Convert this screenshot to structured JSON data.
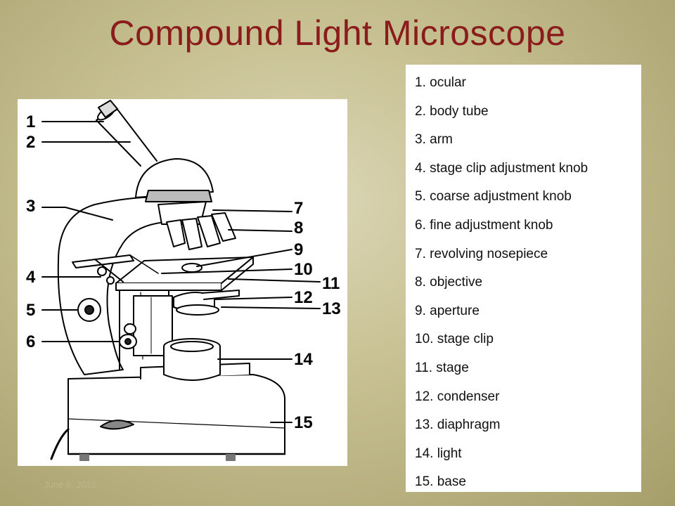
{
  "title": "Compound Light Microscope",
  "diagram": {
    "callouts": [
      "1",
      "2",
      "3",
      "4",
      "5",
      "6",
      "7",
      "8",
      "9",
      "10",
      "11",
      "12",
      "13",
      "14",
      "15"
    ]
  },
  "parts": [
    "1. ocular",
    "2. body tube",
    "3. arm",
    "4. stage clip adjustment knob",
    "5. coarse adjustment knob",
    "6. fine adjustment knob",
    "7. revolving nosepiece",
    "8. objective",
    "9. aperture",
    "10. stage clip",
    "11. stage",
    "12. condenser",
    "13. diaphragm",
    "14. light",
    "15. base"
  ],
  "footer": {
    "date": "June 9, 2016"
  },
  "colors": {
    "title": "#8a1c1c",
    "background": "#c8c193"
  }
}
